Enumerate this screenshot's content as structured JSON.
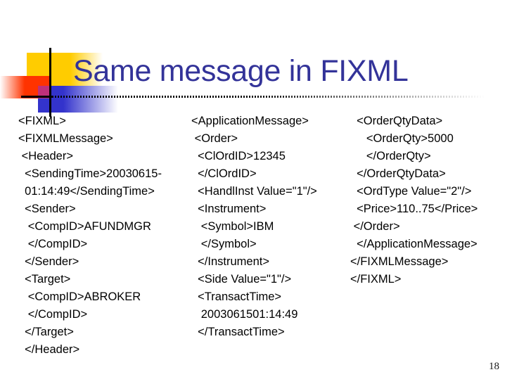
{
  "slide": {
    "title": "Same message in FIXML",
    "title_color": "#333399",
    "page_number": "18",
    "background_color": "#FFFFFF"
  },
  "decoration": {
    "yellow_color": "#FFCC00",
    "red_color": "#FF3300",
    "blue_color": "#3333CC",
    "rule_color": "#000000"
  },
  "xml": {
    "columns": [
      {
        "id": "left",
        "lines": [
          "<FIXML>",
          "<FIXMLMessage>",
          " <Header>",
          "  <SendingTime>20030615-",
          "  01:14:49</SendingTime>",
          "  <Sender>",
          "   <CompID>AFUNDMGR",
          "   </CompID>",
          "  </Sender>",
          "  <Target>",
          "   <CompID>ABROKER",
          "   </CompID>",
          "  </Target>",
          "  </Header>"
        ]
      },
      {
        "id": "middle",
        "lines": [
          "<ApplicationMessage>",
          " <Order>",
          "  <ClOrdID>12345",
          "  </ClOrdID>",
          "  <HandlInst Value=\"1\"/>",
          "  <Instrument>",
          "   <Symbol>IBM",
          "   </Symbol>",
          "  </Instrument>",
          "  <Side Value=\"1\"/>",
          "  <TransactTime>",
          "   2003061501:14:49",
          "  </TransactTime>"
        ]
      },
      {
        "id": "right",
        "lines": [
          "  <OrderQtyData>",
          "     <OrderQty>5000",
          "     </OrderQty>",
          "  </OrderQtyData>",
          "  <OrdType Value=\"2\"/>",
          "  <Price>110..75</Price>",
          " </Order>",
          "  </ApplicationMessage>",
          "</FIXMLMessage>",
          "</FIXML>"
        ]
      }
    ]
  }
}
